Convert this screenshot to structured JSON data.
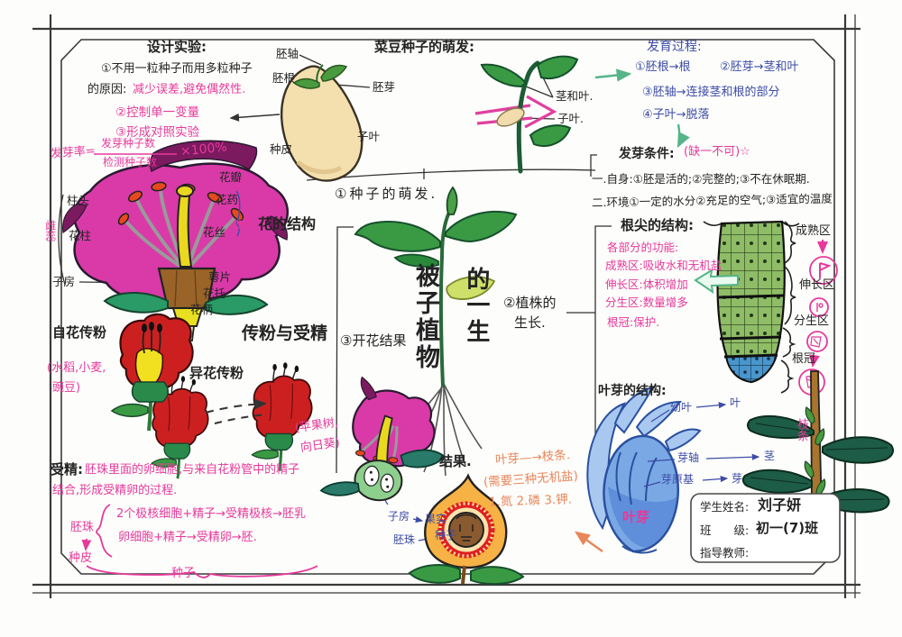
{
  "experiment": {
    "title": "设计实验:",
    "line1": "①不用一粒种子而用多粒种子",
    "line2_label": "的原因:",
    "line2_value": "减少误差,避免偶然性.",
    "line3": "②控制单一变量",
    "line4": "③形成对照实验",
    "formula_lhs": "发芽率=",
    "formula_numerator": "发芽种子数",
    "formula_denominator": "检测种子数",
    "formula_suffix": "×100%"
  },
  "seed": {
    "title": "菜豆种子的萌发:",
    "hypocotyl": "胚轴",
    "radicle": "胚根",
    "plumule": "胚芽",
    "cotyledon": "子叶",
    "seed_coat": "种皮",
    "seedling_stem_leaf": "茎和叶.",
    "seedling_cotyledon": "子叶."
  },
  "development": {
    "title": "发育过程:",
    "item1": "①胚根→根",
    "item2": "②胚芽→茎和叶",
    "item3": "③胚轴→连接茎和根的部分",
    "item4": "④子叶→脱落"
  },
  "germination": {
    "title": "发芽条件:",
    "note": "(缺一不可)☆",
    "line1": "一.自身:①胚是活的;②完整的;③不在休眠期.",
    "line2": "二.环境①一定的水分②充足的空气;③适宜的温度"
  },
  "flower": {
    "title": "花的结构",
    "stigma": "柱头",
    "style_part": "花柱",
    "ovary": "子房",
    "petal": "花瓣",
    "anther": "花药",
    "filament": "花丝",
    "sepal": "萼片",
    "receptacle": "花托",
    "pedicel": "花柄",
    "pistil_group": "雌蕊",
    "stamen_group": "雄蕊"
  },
  "center": {
    "step1": "①种子的萌发.",
    "title_main": "被子植物",
    "title_sub": "的一生",
    "step2a": "②植株的",
    "step2b": "生长.",
    "step3": "③开花结果"
  },
  "root": {
    "title": "根尖的结构:",
    "fn_title": "各部分的功能:",
    "fn1": "成熟区:吸收水和无机盐",
    "fn2": "伸长区:体积增加",
    "fn3": "分生区:数量增多",
    "fn4": "根冠:保护.",
    "zone1": "成熟区",
    "zone2": "伸长区",
    "zone3": "分生区",
    "zone4": "根冠"
  },
  "bud": {
    "title": "叶芽的结构:",
    "young_leaf": "幼叶",
    "leaf": "叶",
    "axis": "芽轴",
    "stem": "茎",
    "primordium": "芽原基",
    "bud_target": "芽",
    "bud_name": "叶芽",
    "branch_name": "枝条"
  },
  "pollination": {
    "section_title": "传粉与受精",
    "self_title": "自花传粉",
    "self_examples1": "(水稻,小麦,",
    "self_examples2": "豌豆)",
    "cross_title": "异花传粉",
    "cross_examples1": "(苹果树,",
    "cross_examples2": "向日葵)"
  },
  "fertilization": {
    "label": "受精:",
    "def1": "胚珠里面的卵细胞,与来自花粉管中的精子",
    "def2": "结合,形成受精卵的过程.",
    "ovule": "胚珠",
    "eq1": "2个极核细胞+精子→受精极核→胚乳",
    "eq2": "卵细胞+精子→受精卵→胚.",
    "seed_coat": "种皮",
    "seed": "种子"
  },
  "fruiting": {
    "label": "结果.",
    "note1": "叶芽—→枝条.",
    "note2": "(需要三种无机盐)",
    "note3": "1.氮 2.磷 3.钾.",
    "ovary": "子房",
    "fruit": "果实",
    "ovule": "胚珠",
    "seed": "种子"
  },
  "info": {
    "name_label": "学生姓名:",
    "name_value": "刘子妍",
    "class_label": "班　　级:",
    "class_value": "初一(7)班",
    "teacher_label": "指导教师:"
  },
  "colors": {
    "pink_ink": "#e6399b",
    "blue_ink": "#3c4ba6",
    "orange_ink": "#e8875a",
    "petal_magenta": "#d93aa8",
    "root_green": "#8fbc66",
    "root_tip_blue": "#4a96cc",
    "bud_blue": "#7aa8e4"
  }
}
